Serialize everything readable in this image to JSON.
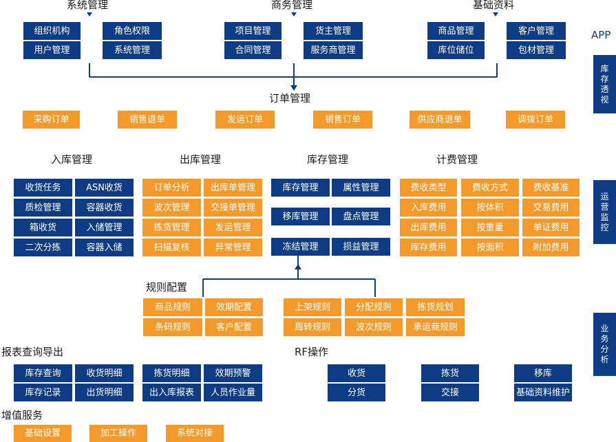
{
  "top_groups": [
    {
      "title": "系统管理",
      "items": [
        "组织机构",
        "角色权限",
        "用户管理",
        "系统管理"
      ]
    },
    {
      "title": "商务管理",
      "items": [
        "项目管理",
        "货主管理",
        "合同管理",
        "服务商管理"
      ]
    },
    {
      "title": "基础资料",
      "items": [
        "商品管理",
        "客户管理",
        "库位储位",
        "包材管理"
      ]
    }
  ],
  "order": {
    "title": "订单管理",
    "items": [
      "采购订单",
      "销售退单",
      "发运订单",
      "销售订单",
      "供应商退单",
      "调拨订单"
    ]
  },
  "inbound": {
    "title": "入库管理",
    "items": [
      "收货任务",
      "ASN收货",
      "质检管理",
      "容器收货",
      "箱收货",
      "入储管理",
      "二次分拣",
      "容器入储"
    ]
  },
  "outbound": {
    "title": "出库管理",
    "items": [
      "订单分析",
      "出库单管理",
      "波次管理",
      "交接单管理",
      "拣货管理",
      "发运管理",
      "扫描复核",
      "异常管理"
    ]
  },
  "inventory": {
    "title": "库存管理",
    "items": [
      "库存管理",
      "属性管理",
      "移库管理",
      "盘点管理",
      "冻结管理",
      "损益管理"
    ]
  },
  "billing": {
    "title": "计费管理",
    "items": [
      "费收类型",
      "费收方式",
      "费收基准",
      "入库费用",
      "按体积",
      "交易费用",
      "出库费用",
      "按重量",
      "单证费用",
      "库存费用",
      "按面积",
      "附加费用"
    ]
  },
  "rules": {
    "title": "规则配置",
    "items": [
      "商品规则",
      "效期配置",
      "条码规则",
      "客户配置",
      "上架规则",
      "分配规则",
      "拣货规划",
      "周转规则",
      "波次规则",
      "承运商规则"
    ]
  },
  "reports": {
    "title": "报表查询导出",
    "items": [
      "库存查询",
      "收货明细",
      "拣货明细",
      "效期预警",
      "库存记录",
      "出货明细",
      "出入库报表",
      "人员作业量"
    ]
  },
  "rf": {
    "title": "RF操作",
    "items": [
      "收货",
      "拣货",
      "移库",
      "分货",
      "交接",
      "基础资料维护"
    ]
  },
  "value_added": {
    "title": "增值服务",
    "items": [
      "基础设置",
      "加工操作",
      "系统对接"
    ]
  },
  "sidebar": {
    "app_label": "APP",
    "items": [
      "库存透视",
      "运营监控",
      "业务分析"
    ]
  },
  "colors": {
    "blue": "#0d3c84",
    "orange": "#f39a2b"
  }
}
